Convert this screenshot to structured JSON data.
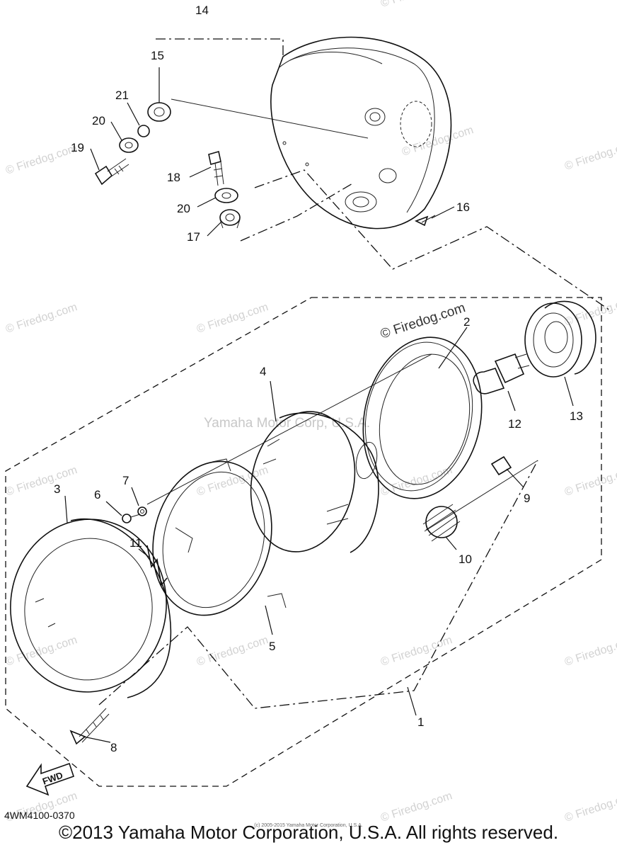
{
  "watermarks": {
    "site": "© Firedog.com",
    "prominent": "© Firedog.com",
    "center": "Yamaha Motor Corp, U.S.A."
  },
  "callouts": {
    "p1": "1",
    "p2": "2",
    "p3": "3",
    "p4": "4",
    "p5": "5",
    "p6": "6",
    "p7": "7",
    "p8": "8",
    "p9": "9",
    "p10": "10",
    "p11": "11",
    "p12": "12",
    "p13": "13",
    "p14": "14",
    "p15": "15",
    "p16": "16",
    "p17": "17",
    "p18": "18",
    "p19": "19",
    "p20a": "20",
    "p20b": "20",
    "p21": "21"
  },
  "arrow_label": "FWD",
  "diagram_code": "4WM4100-0370",
  "tiny_copyright": "(c) 2005-2015 Yamaha Motor Corporation, U.S.A.",
  "copyright": "©2013 Yamaha Motor Corporation, U.S.A. All rights reserved."
}
